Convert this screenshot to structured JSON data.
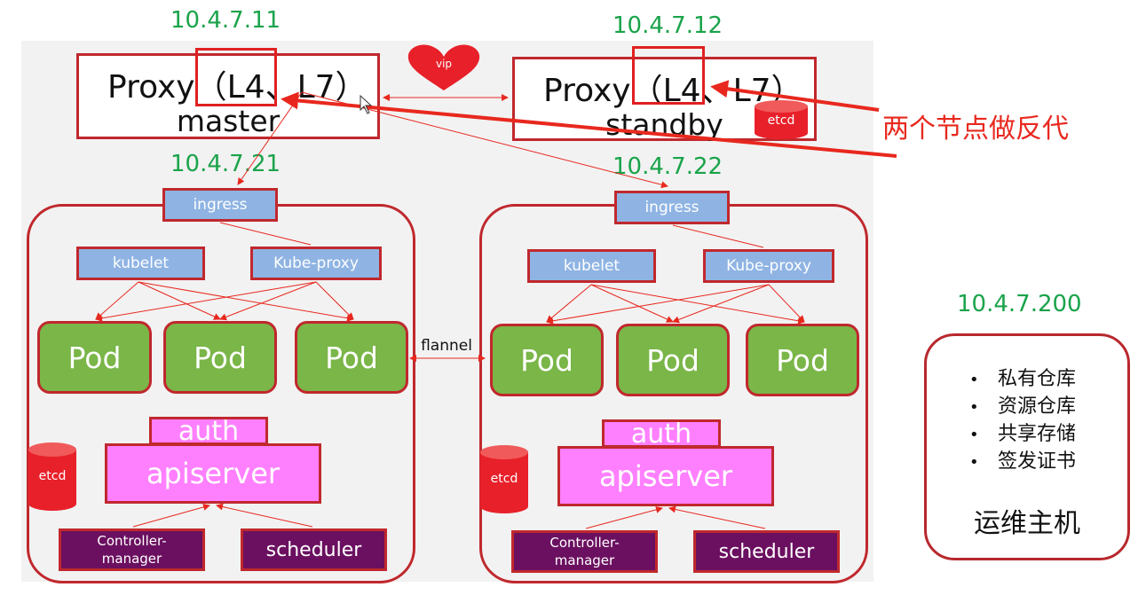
{
  "master": {
    "ip": "10.4.7.11",
    "proxy_prefix": "Proxy",
    "proxy_l4": "（L4、",
    "proxy_l7": "L7）",
    "role": "master"
  },
  "standby": {
    "ip": "10.4.7.12",
    "proxy_prefix": "Proxy",
    "proxy_l4": "（L4、",
    "proxy_l7": "L7）",
    "role": "standby",
    "etcd": "etcd"
  },
  "vip": "vip",
  "annotation": "两个节点做反代",
  "nodes": [
    {
      "ip": "10.4.7.21",
      "ingress": "ingress",
      "kubelet": "kubelet",
      "kube_proxy": "Kube-proxy",
      "pods": [
        "Pod",
        "Pod",
        "Pod"
      ],
      "auth": "auth",
      "apiserver": "apiserver",
      "etcd": "etcd",
      "controller_manager": "Controller-\nmanager",
      "scheduler": "scheduler"
    },
    {
      "ip": "10.4.7.22",
      "ingress": "ingress",
      "kubelet": "kubelet",
      "kube_proxy": "Kube-proxy",
      "pods": [
        "Pod",
        "Pod",
        "Pod"
      ],
      "auth": "auth",
      "apiserver": "apiserver",
      "etcd": "etcd",
      "controller_manager": "Controller-\nmanager",
      "scheduler": "scheduler"
    }
  ],
  "flannel": "flannel",
  "ops_host": {
    "ip": "10.4.7.200",
    "items": [
      "私有仓库",
      "资源仓库",
      "共享存储",
      "签发证书"
    ],
    "title": "运维主机"
  },
  "colors": {
    "ip_green": "#1aa34a",
    "border_red": "#c0282d",
    "pod_green": "#7ab648",
    "blue_box": "#8fb4e3",
    "pink_box": "#ff80ff",
    "purple_box": "#6b1060",
    "heart_red": "#e8202a",
    "annotation_red": "#e8281e"
  }
}
